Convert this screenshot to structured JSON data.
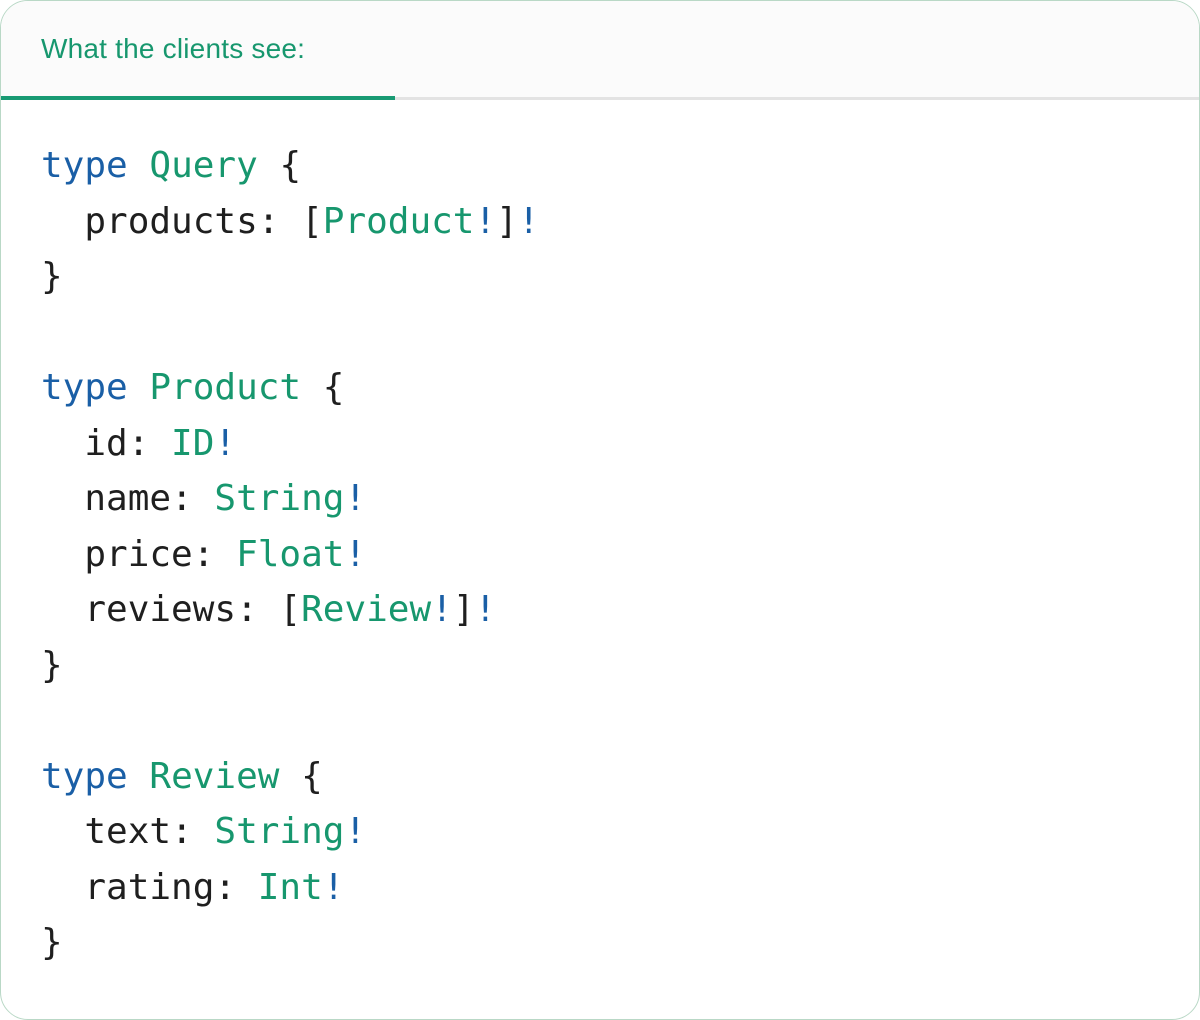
{
  "panel": {
    "tab_bar": {
      "tabs": [
        {
          "label": "What the clients see:",
          "active": true
        }
      ]
    }
  },
  "code": {
    "language": "graphql",
    "text": "type Query {\n  products: [Product!]!\n}\n\ntype Product {\n  id: ID!\n  name: String!\n  price: Float!\n  reviews: [Review!]!\n}\n\ntype Review {\n  text: String!\n  rating: Int!\n}",
    "lines": [
      [
        [
          "type",
          "kw"
        ],
        [
          " ",
          "pl"
        ],
        [
          "Query",
          "ty"
        ],
        [
          " {",
          "pl"
        ]
      ],
      [
        [
          "  products: [",
          "pl"
        ],
        [
          "Product",
          "ty"
        ],
        [
          "!",
          "kw"
        ],
        [
          "]",
          "pl"
        ],
        [
          "!",
          "kw"
        ]
      ],
      [
        [
          "}",
          "pl"
        ]
      ],
      [],
      [
        [
          "type",
          "kw"
        ],
        [
          " ",
          "pl"
        ],
        [
          "Product",
          "ty"
        ],
        [
          " {",
          "pl"
        ]
      ],
      [
        [
          "  id: ",
          "pl"
        ],
        [
          "ID",
          "ty"
        ],
        [
          "!",
          "kw"
        ]
      ],
      [
        [
          "  name: ",
          "pl"
        ],
        [
          "String",
          "ty"
        ],
        [
          "!",
          "kw"
        ]
      ],
      [
        [
          "  price: ",
          "pl"
        ],
        [
          "Float",
          "ty"
        ],
        [
          "!",
          "kw"
        ]
      ],
      [
        [
          "  reviews: [",
          "pl"
        ],
        [
          "Review",
          "ty"
        ],
        [
          "!",
          "kw"
        ],
        [
          "]",
          "pl"
        ],
        [
          "!",
          "kw"
        ]
      ],
      [
        [
          "}",
          "pl"
        ]
      ],
      [],
      [
        [
          "type",
          "kw"
        ],
        [
          " ",
          "pl"
        ],
        [
          "Review",
          "ty"
        ],
        [
          " {",
          "pl"
        ]
      ],
      [
        [
          "  text: ",
          "pl"
        ],
        [
          "String",
          "ty"
        ],
        [
          "!",
          "kw"
        ]
      ],
      [
        [
          "  rating: ",
          "pl"
        ],
        [
          "Int",
          "ty"
        ],
        [
          "!",
          "kw"
        ]
      ],
      [
        [
          "}",
          "pl"
        ]
      ]
    ]
  },
  "colors": {
    "accent_green": "#17976e",
    "underline_green": "#189a73",
    "code_keyword": "#1a5fa6",
    "code_type": "#17976e",
    "code_plain": "#1f1f1f",
    "header_bg": "#fbfbfb",
    "divider": "#e3e3e3",
    "panel_border": "#b9d8c6"
  }
}
